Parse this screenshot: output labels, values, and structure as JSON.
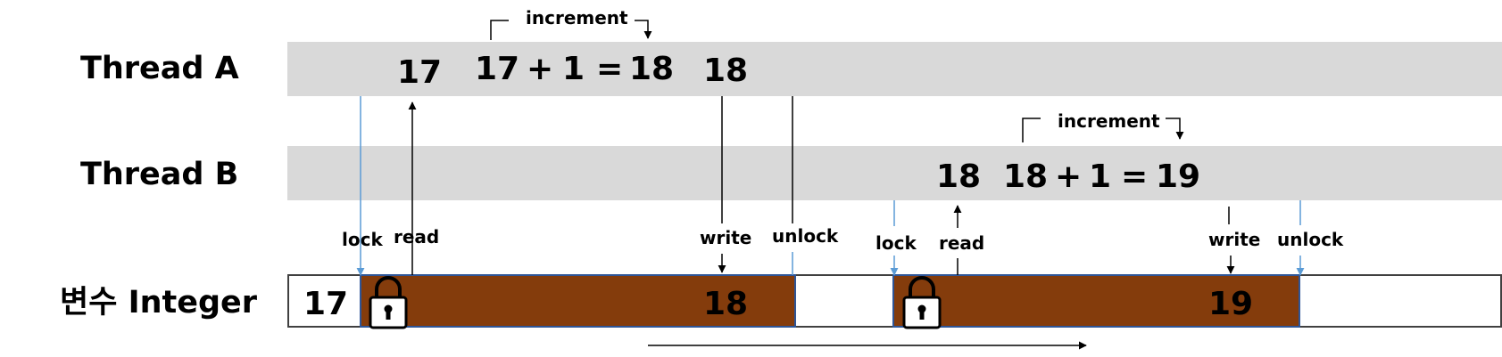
{
  "rows": {
    "thread_a": "Thread A",
    "thread_b": "Thread B",
    "variable": "변수 Integer"
  },
  "thread_a": {
    "read_value": "17",
    "expr_left": "17",
    "plus": "+",
    "one": "1",
    "equals": "=",
    "expr_result": "18",
    "write_value": "18",
    "increment": "increment"
  },
  "thread_b": {
    "read_value": "18",
    "expr_left": "18",
    "plus": "+",
    "one": "1",
    "equals": "=",
    "expr_result": "19",
    "increment": "increment"
  },
  "ops": {
    "lock": "lock",
    "read": "read",
    "write": "write",
    "unlock": "unlock"
  },
  "variable": {
    "initial": "17",
    "value_a": "18",
    "value_b": "19"
  },
  "colors": {
    "thread_band": "#d9d9d9",
    "locked_fill": "#843c0c",
    "lock_line": "#5b9bd5",
    "box_border": "#404040"
  }
}
